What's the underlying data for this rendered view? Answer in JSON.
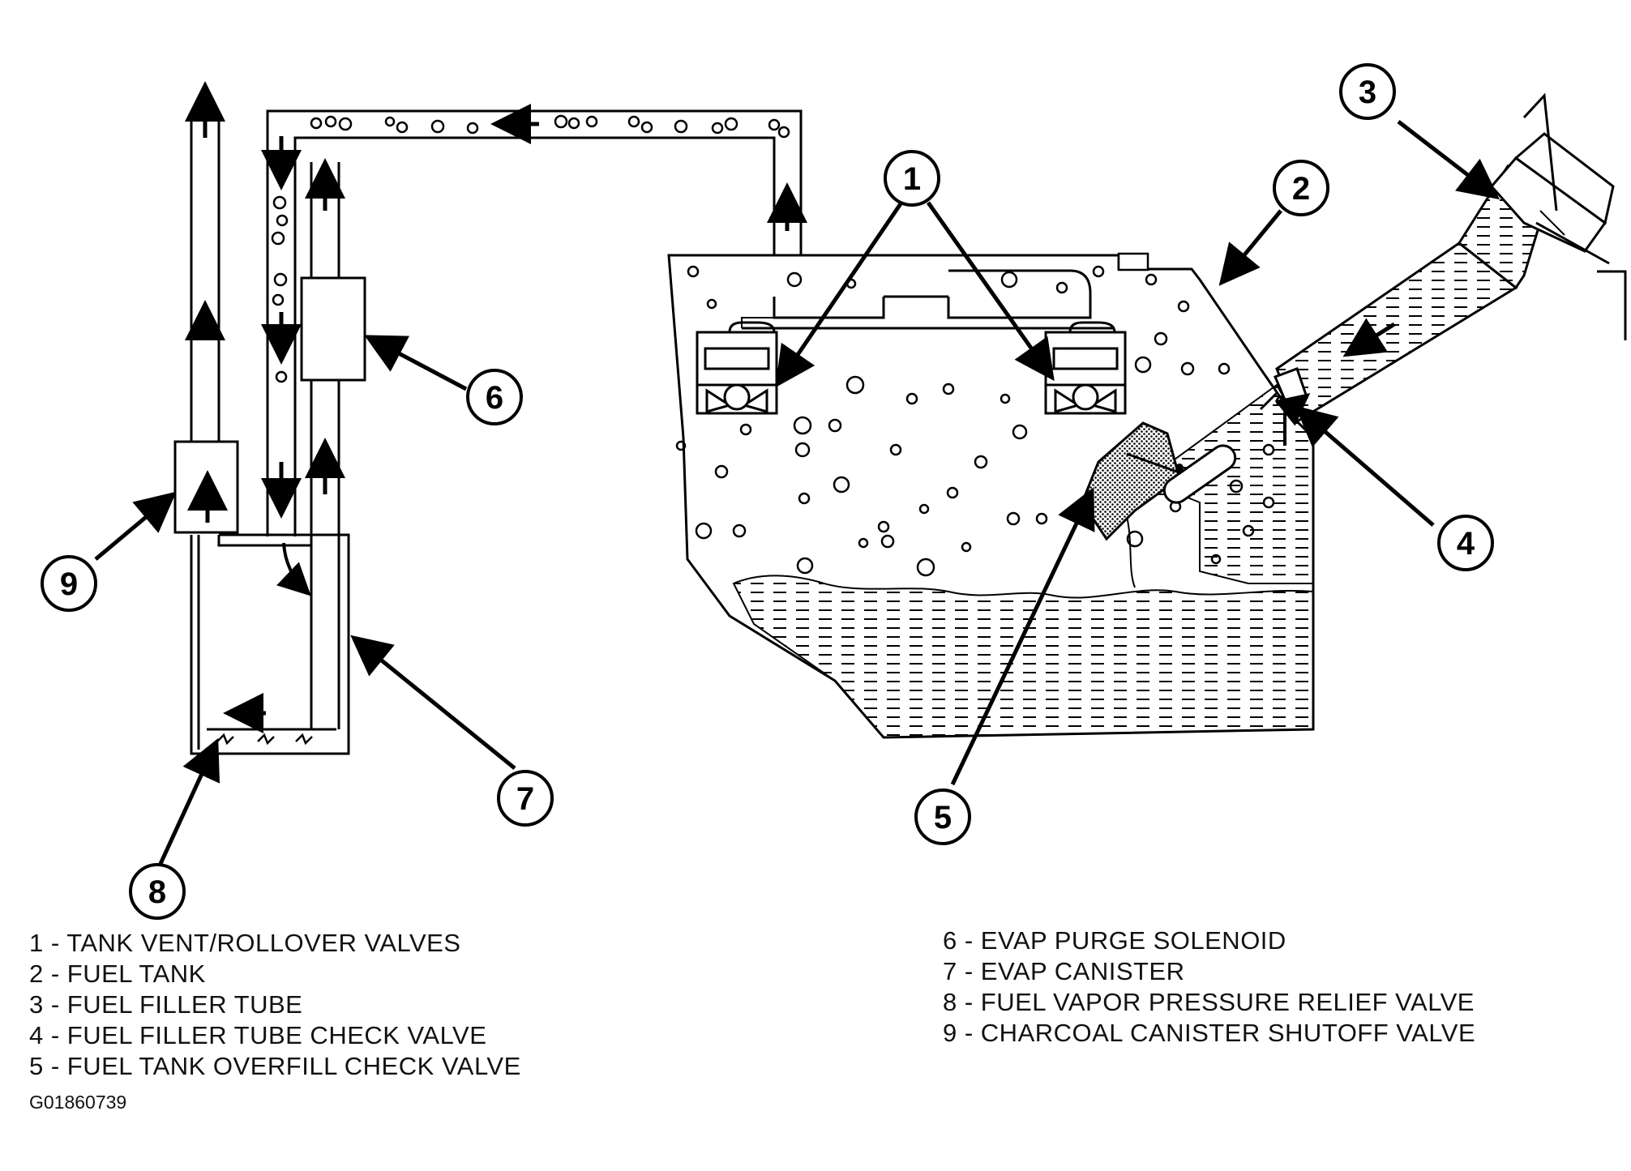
{
  "callouts": [
    {
      "id": "1",
      "label": "1"
    },
    {
      "id": "2",
      "label": "2"
    },
    {
      "id": "3",
      "label": "3"
    },
    {
      "id": "4",
      "label": "4"
    },
    {
      "id": "5",
      "label": "5"
    },
    {
      "id": "6",
      "label": "6"
    },
    {
      "id": "7",
      "label": "7"
    },
    {
      "id": "8",
      "label": "8"
    },
    {
      "id": "9",
      "label": "9"
    }
  ],
  "legend": {
    "left": [
      "1 - TANK VENT/ROLLOVER VALVES",
      "2 - FUEL TANK",
      "3 - FUEL FILLER TUBE",
      "4 - FUEL FILLER TUBE CHECK VALVE",
      "5 - FUEL TANK OVERFILL CHECK VALVE"
    ],
    "right": [
      "6 - EVAP PURGE SOLENOID",
      "7 - EVAP CANISTER",
      "8 - FUEL VAPOR PRESSURE RELIEF VALVE",
      "9 - CHARCOAL CANISTER SHUTOFF VALVE"
    ]
  },
  "figure_id": "G01860739"
}
